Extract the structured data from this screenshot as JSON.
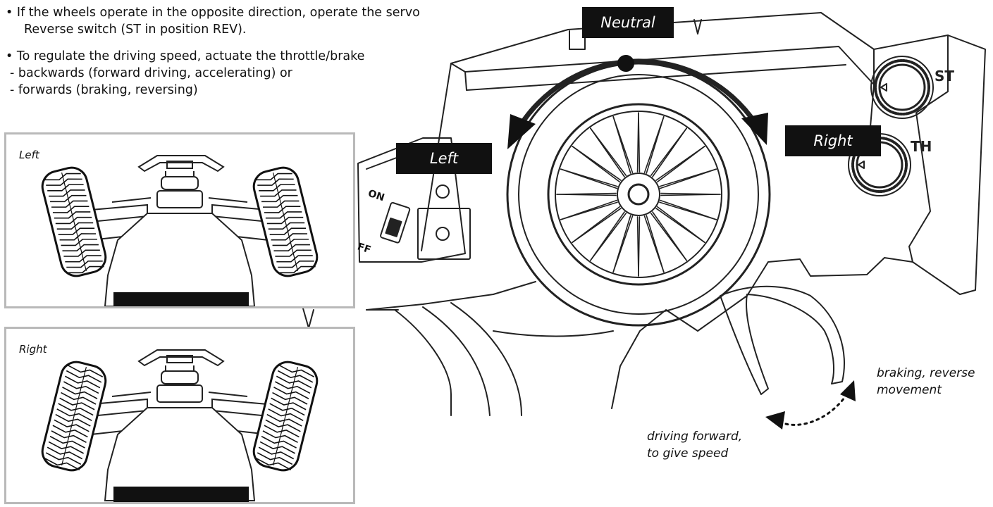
{
  "instructions": {
    "bullet_reverse_line1": "If the wheels operate in the opposite direction, operate the servo",
    "bullet_reverse_line2": "Reverse switch (ST in position REV).",
    "bullet_speed": "To regulate the driving speed, actuate the throttle/brake",
    "sub_backwards": "- backwards (forward driving, accelerating) or",
    "sub_forwards": "- forwards (braking, reversing)",
    "bullet_glyph": "•"
  },
  "panels": {
    "left_title": "Left",
    "right_title": "Right"
  },
  "transmitter": {
    "neutral_label": "Neutral",
    "left_label": "Left",
    "right_label": "Right",
    "knob_st": "ST",
    "knob_th": "TH",
    "switch_on": "ON",
    "switch_off": "FF"
  },
  "trigger": {
    "forward_note_line1": "driving forward,",
    "forward_note_line2": "to give speed",
    "reverse_note_line1": "braking, reverse",
    "reverse_note_line2": "movement"
  },
  "colors": {
    "ink": "#111111",
    "panel_border": "#b9b9b9",
    "tag_bg": "#111111",
    "tag_text": "#ffffff"
  }
}
